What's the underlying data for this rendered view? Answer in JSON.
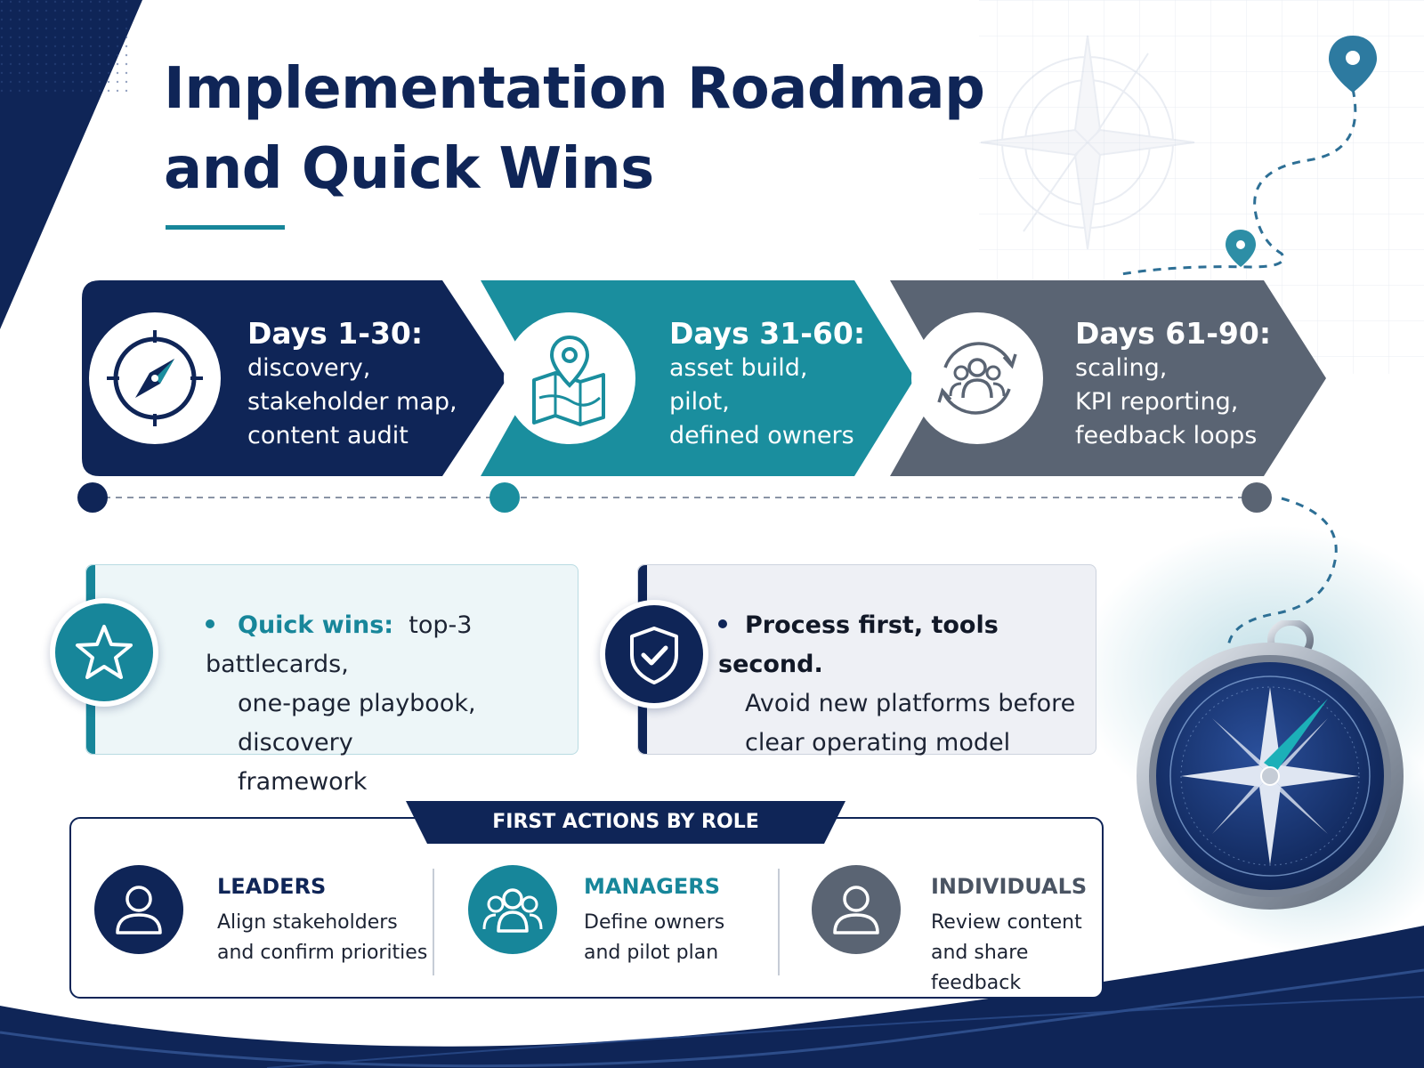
{
  "title": {
    "line1": "Implementation Roadmap",
    "line2": "and Quick Wins"
  },
  "phases": [
    {
      "title": "Days 1-30:",
      "lines": [
        "discovery,",
        "stakeholder map,",
        "content audit"
      ],
      "icon": "compass-icon",
      "color": "#0f2557"
    },
    {
      "title": "Days 31-60:",
      "lines": [
        "asset build,",
        "pilot,",
        "defined owners"
      ],
      "icon": "map-pin-icon",
      "color": "#1a8e9e"
    },
    {
      "title": "Days 61-90:",
      "lines": [
        "scaling,",
        "KPI reporting,",
        "feedback loops"
      ],
      "icon": "team-cycle-icon",
      "color": "#5a6473"
    }
  ],
  "cards": {
    "quick_wins": {
      "lead": "Quick wins:",
      "line1_rest": "top-3 battlecards,",
      "line2": "one-page playbook, discovery",
      "line3": "framework",
      "icon": "star-icon",
      "accent": "#17869a"
    },
    "process": {
      "lead": "Process first, tools second.",
      "line2": "Avoid new platforms before",
      "line3": "clear operating model",
      "icon": "shield-check-icon",
      "accent": "#0f2557"
    }
  },
  "roles": {
    "header": "FIRST ACTIONS BY ROLE",
    "items": [
      {
        "name": "LEADERS",
        "line1": "Align stakeholders",
        "line2": "and confirm priorities",
        "icon": "person-icon",
        "color": "#0f2557"
      },
      {
        "name": "MANAGERS",
        "line1": "Define owners",
        "line2": "and pilot plan",
        "icon": "group-icon",
        "color": "#17869a"
      },
      {
        "name": "INDIVIDUALS",
        "line1": "Review content",
        "line2": "and share feedback",
        "icon": "person-icon",
        "color": "#5a6473"
      }
    ]
  }
}
